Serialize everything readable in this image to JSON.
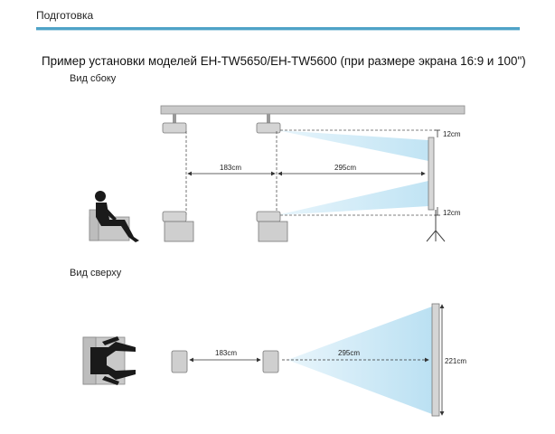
{
  "header": {
    "section": "Подготовка",
    "title": "Пример установки моделей EH-TW5650/EH-TW5600 (при размере экрана 16:9 и 100\")"
  },
  "side_view": {
    "label": "Вид сбоку",
    "dim_projector_gap": "183cm",
    "dim_throw": "295cm",
    "dim_top_offset": "12cm",
    "dim_bottom_offset": "12cm"
  },
  "top_view": {
    "label": "Вид сверху",
    "dim_projector_gap": "183cm",
    "dim_throw": "295cm",
    "dim_screen_width": "221cm"
  },
  "colors": {
    "accent_rule": "#4fa3c7",
    "beam": "#cfe9f6",
    "device": "#c8c8c8",
    "screen": "#d0d0d0"
  }
}
